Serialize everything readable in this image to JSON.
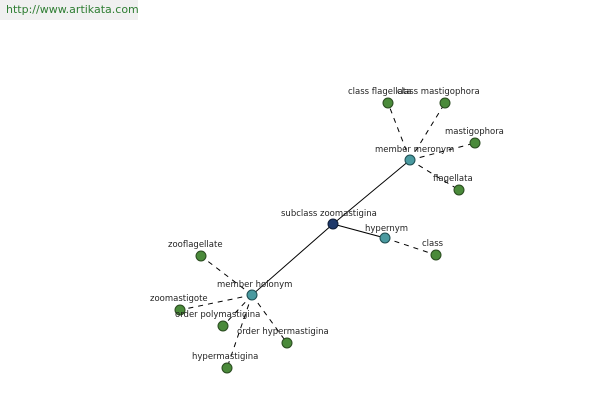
{
  "header": {
    "url": "http://www.artikata.com"
  },
  "graph": {
    "center": {
      "id": "c",
      "label": "subclass zoomastigina"
    },
    "relations": [
      {
        "id": "mero",
        "label": "member meronym"
      },
      {
        "id": "hyper",
        "label": "hypernym"
      },
      {
        "id": "holo",
        "label": "member holonym"
      }
    ],
    "words": [
      {
        "id": "w1",
        "label": "class flagellata",
        "parent": "mero"
      },
      {
        "id": "w2",
        "label": "class mastigophora",
        "parent": "mero"
      },
      {
        "id": "w3",
        "label": "mastigophora",
        "parent": "mero"
      },
      {
        "id": "w4",
        "label": "flagellata",
        "parent": "mero"
      },
      {
        "id": "w5",
        "label": "class",
        "parent": "hyper"
      },
      {
        "id": "w6",
        "label": "zooflagellate",
        "parent": "holo"
      },
      {
        "id": "w7",
        "label": "zoomastigote",
        "parent": "holo"
      },
      {
        "id": "w8",
        "label": "order polymastigina",
        "parent": "holo"
      },
      {
        "id": "w9",
        "label": "order hypermastigina",
        "parent": "holo"
      },
      {
        "id": "w10",
        "label": "hypermastigina",
        "parent": "holo"
      }
    ]
  }
}
